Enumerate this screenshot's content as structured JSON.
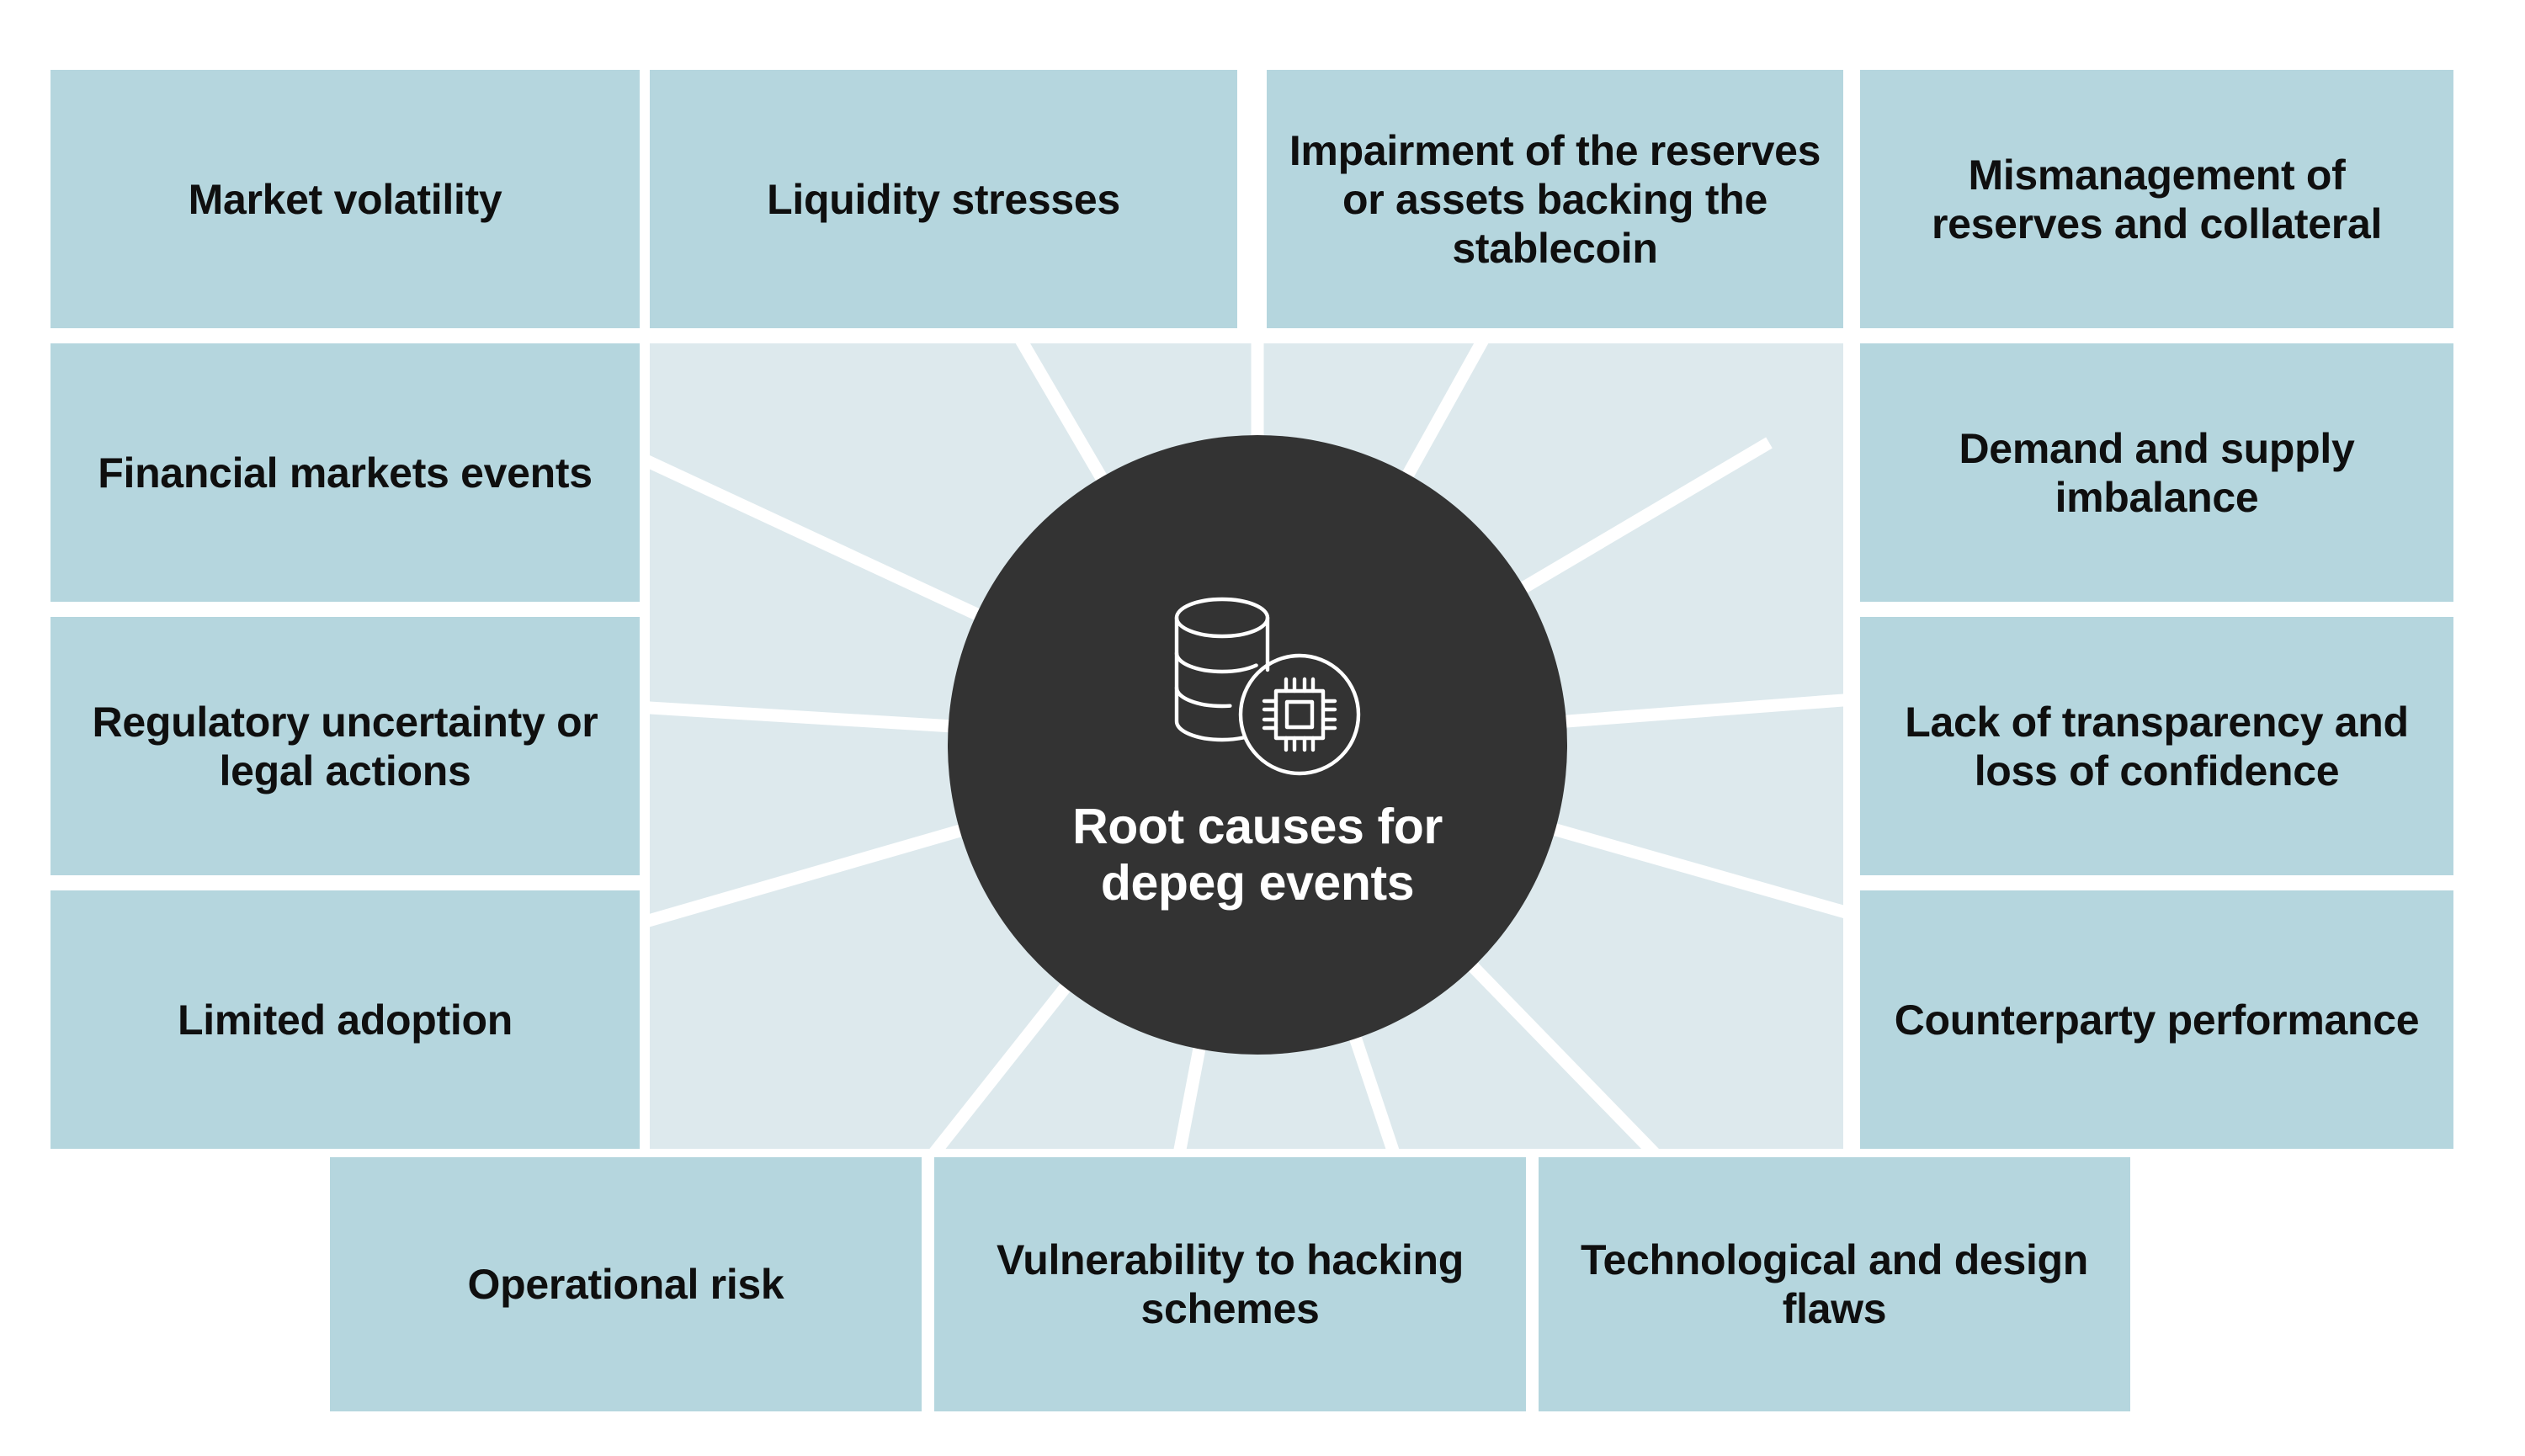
{
  "diagram": {
    "type": "radial-hub-and-spoke",
    "center": {
      "title_line_1": "Root causes for",
      "title_line_2": "depeg events",
      "title_full": "Root causes for depeg events",
      "icon": "database-chip-icon"
    },
    "colors": {
      "box_fill": "#b5d6de",
      "hub_panel_fill": "#dde9ed",
      "center_circle_fill": "#333333",
      "spoke_line": "#ffffff",
      "box_text": "#0f0f0f",
      "center_text": "#ffffff",
      "background": "#ffffff"
    },
    "spoke_count": 12,
    "top_row": [
      {
        "label": "Market volatility"
      },
      {
        "label": "Liquidity stresses"
      },
      {
        "label": "Impairment of the reserves or assets backing the stablecoin"
      },
      {
        "label": "Mismanagement of reserves and collateral"
      }
    ],
    "left_column": [
      {
        "label": "Financial markets events"
      },
      {
        "label": "Regulatory uncertainty or legal actions"
      },
      {
        "label": "Limited adoption"
      }
    ],
    "right_column": [
      {
        "label": "Demand and supply imbalance"
      },
      {
        "label": "Lack of transparency and loss of confidence"
      },
      {
        "label": "Counterparty performance"
      }
    ],
    "bottom_row": [
      {
        "label": "Operational risk"
      },
      {
        "label": "Vulnerability to hacking schemes"
      },
      {
        "label": "Technological and design flaws"
      }
    ]
  }
}
